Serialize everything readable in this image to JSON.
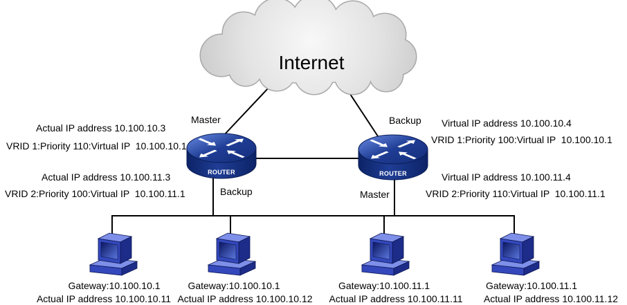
{
  "diagram": {
    "internet": {
      "label": "Internet",
      "icon": "cloud-icon"
    },
    "routers": [
      {
        "icon": "router-icon",
        "icon_text": "ROUTER",
        "vrid1_role": "Master",
        "vrid2_role": "Backup",
        "vrid1_interface": "Actual IP address 10.100.10.3",
        "vrid1_config": "VRID 1:Priority 110:Virtual IP  10.100.10.1",
        "vrid2_interface": "Actual IP address 10.100.11.3",
        "vrid2_config": "VRID 2:Priority 100:Virtual IP  10.100.11.1"
      },
      {
        "icon": "router-icon",
        "icon_text": "ROUTER",
        "vrid1_role": "Backup",
        "vrid2_role": "Master",
        "vrid1_interface": "Virtual IP address 10.100.10.4",
        "vrid1_config": "VRID 1:Priority 100:Virtual IP  10.100.10.1",
        "vrid2_interface": "Virtual IP address 10.100.11.4",
        "vrid2_config": "VRID 2:Priority 110:Virtual IP  10.100.11.1"
      }
    ],
    "hosts": [
      {
        "icon": "computer-icon",
        "gateway": "Gateway:10.100.10.1",
        "address": "Actual IP address 10.100.10.11"
      },
      {
        "icon": "computer-icon",
        "gateway": "Gateway:10.100.10.1",
        "address": "Actual IP address 10.100.10.12"
      },
      {
        "icon": "computer-icon",
        "gateway": "Gateway:10.100.11.1",
        "address": "Actual IP address 10.100.11.11"
      },
      {
        "icon": "computer-icon",
        "gateway": "Gateway:10.100.11.1",
        "address": "Actual IP address 10.100.11.12"
      }
    ]
  },
  "colors": {
    "router": "#1f3d95",
    "computer": "#3448bc",
    "cloud": "#c9c9c9",
    "link": "#000000"
  }
}
